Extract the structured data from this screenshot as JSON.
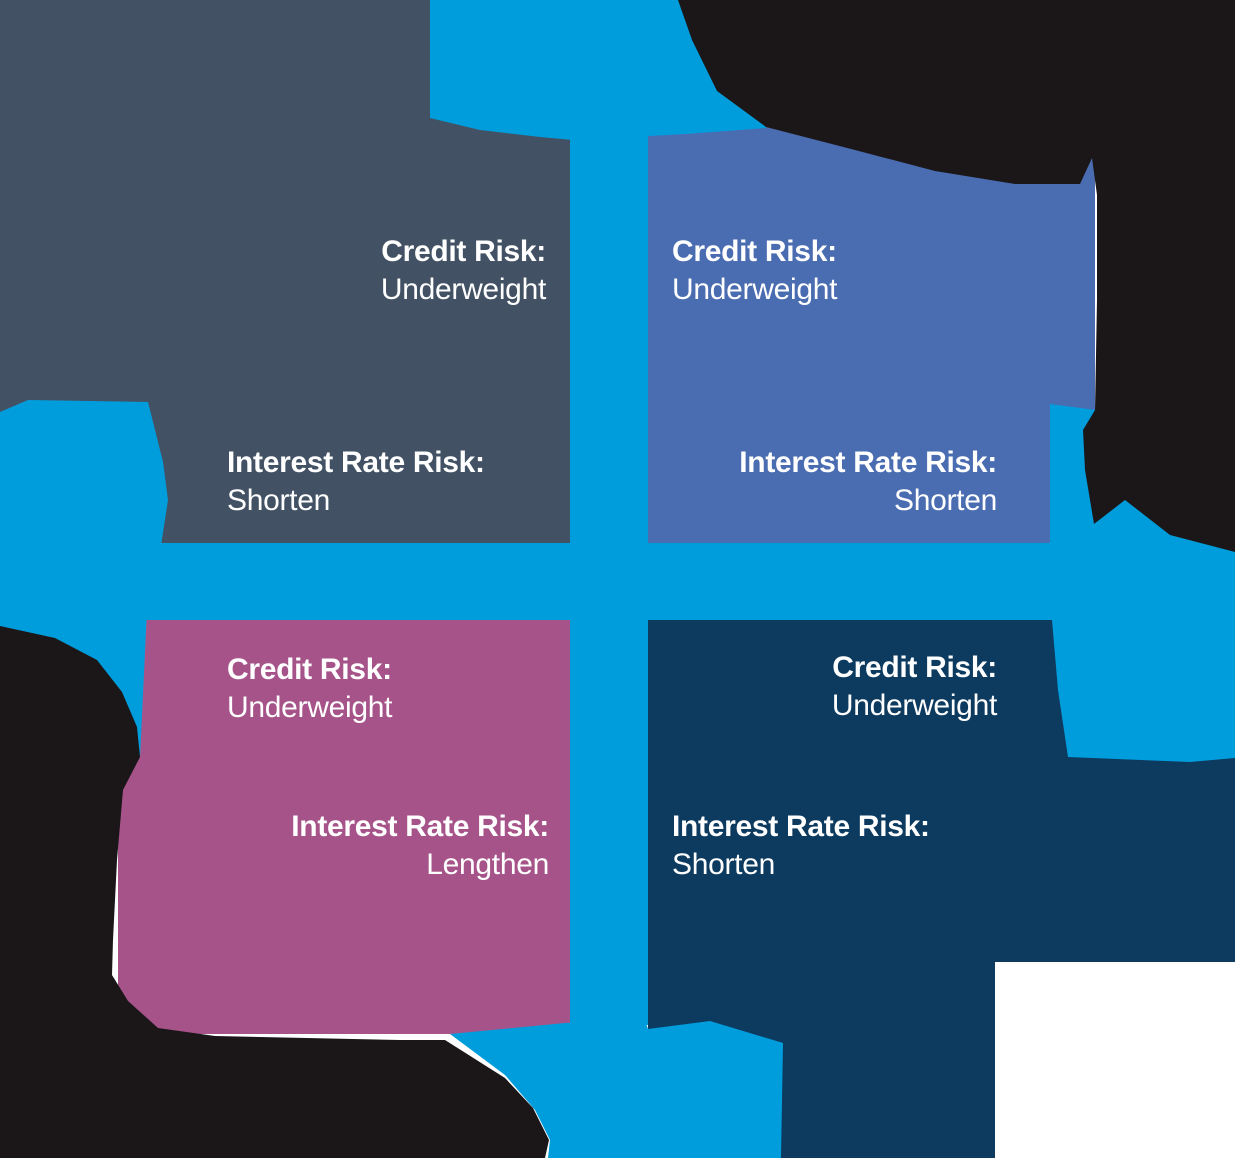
{
  "diagram": {
    "background_color": "#ffffff",
    "cycle_color": "#009ddd",
    "blob_color": "#1b1718",
    "text_color": "#ffffff",
    "quadrants": [
      {
        "id": "top-left",
        "color": "#425264",
        "credit_risk": {
          "label": "Credit Risk:",
          "value": "Underweight"
        },
        "interest_rate_risk": {
          "label": "Interest Rate Risk:",
          "value": "Shorten"
        }
      },
      {
        "id": "top-right",
        "color": "#4a6cb1",
        "credit_risk": {
          "label": "Credit Risk:",
          "value": "Underweight"
        },
        "interest_rate_risk": {
          "label": "Interest Rate Risk:",
          "value": "Shorten"
        }
      },
      {
        "id": "bottom-left",
        "color": "#a6538a",
        "credit_risk": {
          "label": "Credit Risk:",
          "value": "Underweight"
        },
        "interest_rate_risk": {
          "label": "Interest Rate Risk:",
          "value": "Lengthen"
        }
      },
      {
        "id": "bottom-right",
        "color": "#0d3a5f",
        "credit_risk": {
          "label": "Credit Risk:",
          "value": "Underweight"
        },
        "interest_rate_risk": {
          "label": "Interest Rate Risk:",
          "value": "Shorten"
        }
      }
    ]
  }
}
